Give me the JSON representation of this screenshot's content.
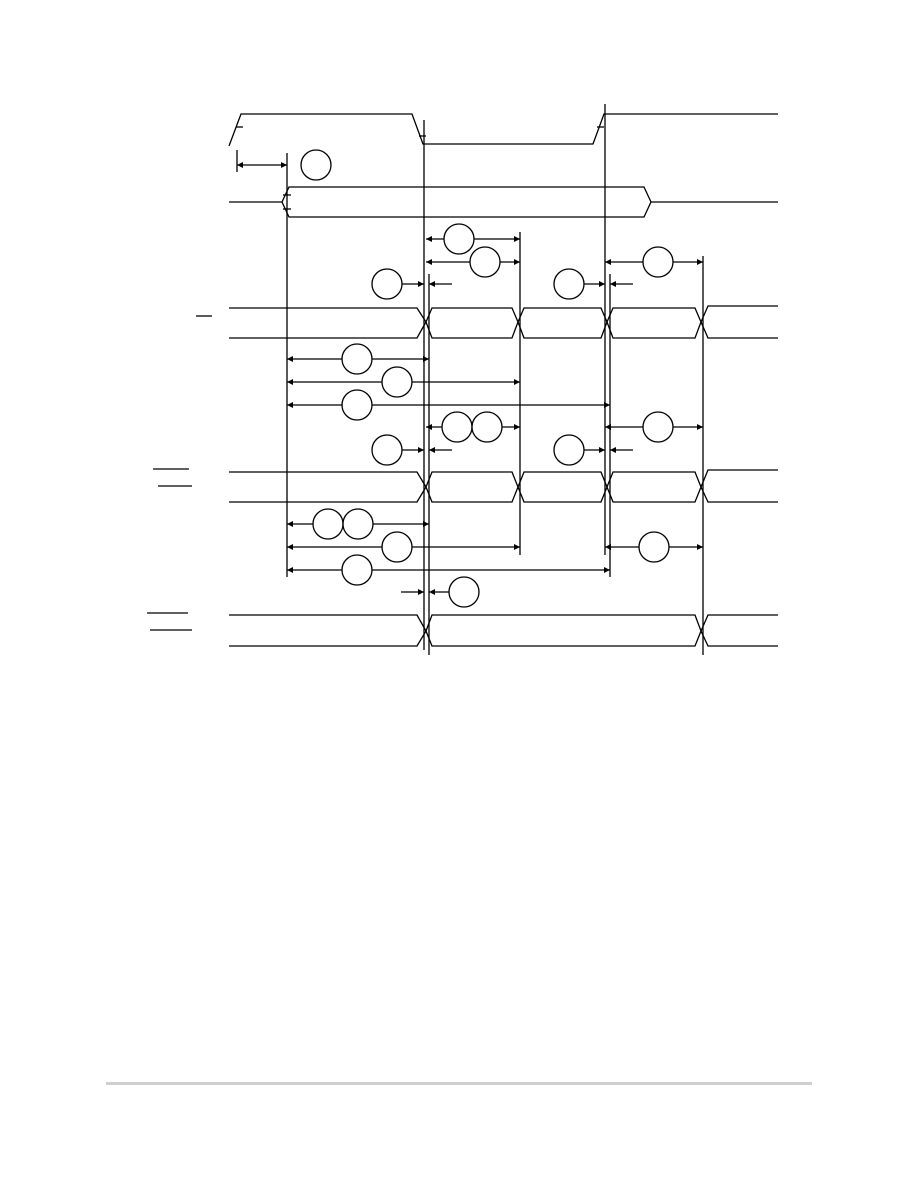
{
  "diagram": {
    "kind": "timing-diagram",
    "signals": [
      {
        "id": "top-clock",
        "label": ""
      },
      {
        "id": "address-bus",
        "label": ""
      },
      {
        "id": "data-bus-1",
        "label": "",
        "overbar": true
      },
      {
        "id": "data-bus-2",
        "label": "",
        "overbar": true
      },
      {
        "id": "control-bus",
        "label": "",
        "overbar": true
      }
    ],
    "timing_markers": [
      "",
      "",
      "",
      "",
      "",
      "",
      "",
      "",
      "",
      "",
      "",
      "",
      "",
      "",
      "",
      "",
      "",
      "",
      "",
      ""
    ]
  },
  "colors": {
    "line": "#000000",
    "background": "#ffffff",
    "footer_rule": "#cfcfcf"
  }
}
